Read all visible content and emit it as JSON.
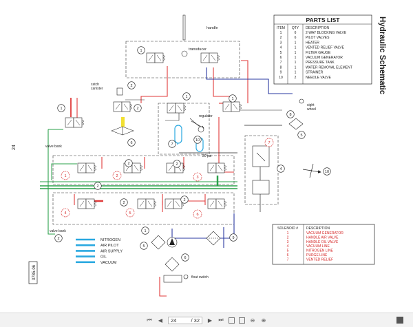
{
  "title": "Hydraulic Schematic",
  "page_number": "24",
  "doc_code": "0785-06",
  "labels": {
    "handle": "handle",
    "transducer": "transducer",
    "catch_canister": "catch\ncanister",
    "valve_bank_top": "valve bank",
    "valve_bank_bottom": "valve bank",
    "sight_wheel": "sight\nwheel",
    "regulator": "regulator",
    "psi": "20 psi",
    "float_switch": "float switch"
  },
  "parts_list": {
    "title": "PARTS LIST",
    "headers": [
      "ITEM",
      "QTY",
      "DESCRIPTION"
    ],
    "rows": [
      [
        "1",
        "6",
        "2-WAY BLOCKING VALVE"
      ],
      [
        "2",
        "6",
        "PILOT VALVES"
      ],
      [
        "3",
        "1",
        "HEATER"
      ],
      [
        "4",
        "1",
        "VENTED RELIEF VALVE"
      ],
      [
        "5",
        "1",
        "FILTER GAUGE"
      ],
      [
        "6",
        "1",
        "VACUUM GENERATOR"
      ],
      [
        "7",
        "1",
        "PRESSURE TANK"
      ],
      [
        "8",
        "1",
        "WATER REMOVAL ELEMENT"
      ],
      [
        "9",
        "1",
        "STRAINER"
      ],
      [
        "10",
        "2",
        "NEEDLE VALVE"
      ]
    ]
  },
  "solenoid_list": {
    "headers": [
      "SOLENOID #",
      "DESCRIPTION"
    ],
    "rows": [
      [
        "1",
        "VACUUM GENERATOR"
      ],
      [
        "2",
        "HANDLE AIR VALVE"
      ],
      [
        "3",
        "HANDLE OIL VALVE"
      ],
      [
        "4",
        "VACUUM LINE"
      ],
      [
        "5",
        "NITROGEN LINE"
      ],
      [
        "6",
        "PURGE LINE"
      ],
      [
        "7",
        "VENTED RELIEF"
      ]
    ]
  },
  "legend": [
    {
      "label": "NITROGEN",
      "color": "#29a8e0"
    },
    {
      "label": "AIR PILOT",
      "color": "#29a8e0"
    },
    {
      "label": "AIR SUPPLY",
      "color": "#29a8e0"
    },
    {
      "label": "OIL",
      "color": "#29a8e0"
    },
    {
      "label": "VACUUM",
      "color": "#29a8e0"
    }
  ],
  "line_colors": {
    "air": "#e03a3a",
    "supply": "#2aa04a",
    "oil": "#2a3aa0",
    "vacuum": "#1a1a1a",
    "nitrogen": "#29a8e0",
    "solenoid_text": "#d42020"
  },
  "callouts": [
    "1",
    "2",
    "3",
    "4",
    "5",
    "6",
    "7",
    "8",
    "9",
    "10"
  ],
  "solenoid_markers": [
    "1",
    "2",
    "3",
    "4",
    "5",
    "6",
    "7"
  ],
  "viewer": {
    "page_current": "24",
    "page_total": "/ 32"
  }
}
